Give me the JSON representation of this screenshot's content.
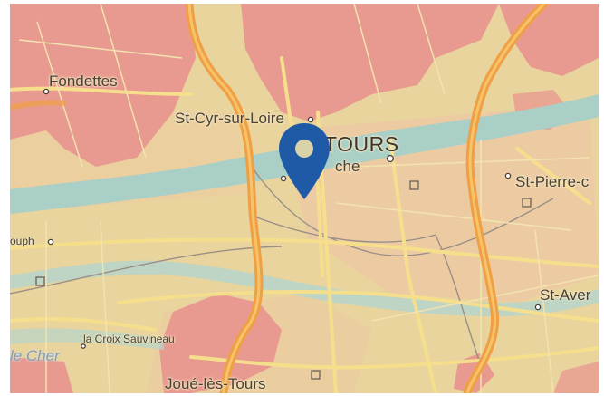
{
  "map": {
    "places": {
      "fondettes": "Fondettes",
      "st_cyr": "St-Cyr-sur-Loire",
      "tours": "TOURS",
      "la_riche": "che",
      "st_pierre": "St-Pierre-c",
      "st_genouph": "ouph",
      "st_avertin": "St-Aver",
      "croix_sauvineau": "la Croix Sauvineau",
      "le_cher": "le Cher",
      "joue": "Joué-lès-Tours"
    },
    "marker": {
      "type": "location-pin",
      "color": "#1f5aa6"
    },
    "colors": {
      "base": "#e8d49c",
      "urban": "#f0c9a6",
      "pink_zone": "#e99a90",
      "river": "#a9cfc7",
      "highway": "#f0a044",
      "main_road": "#f6e08c",
      "rail": "#9a8f86"
    }
  }
}
